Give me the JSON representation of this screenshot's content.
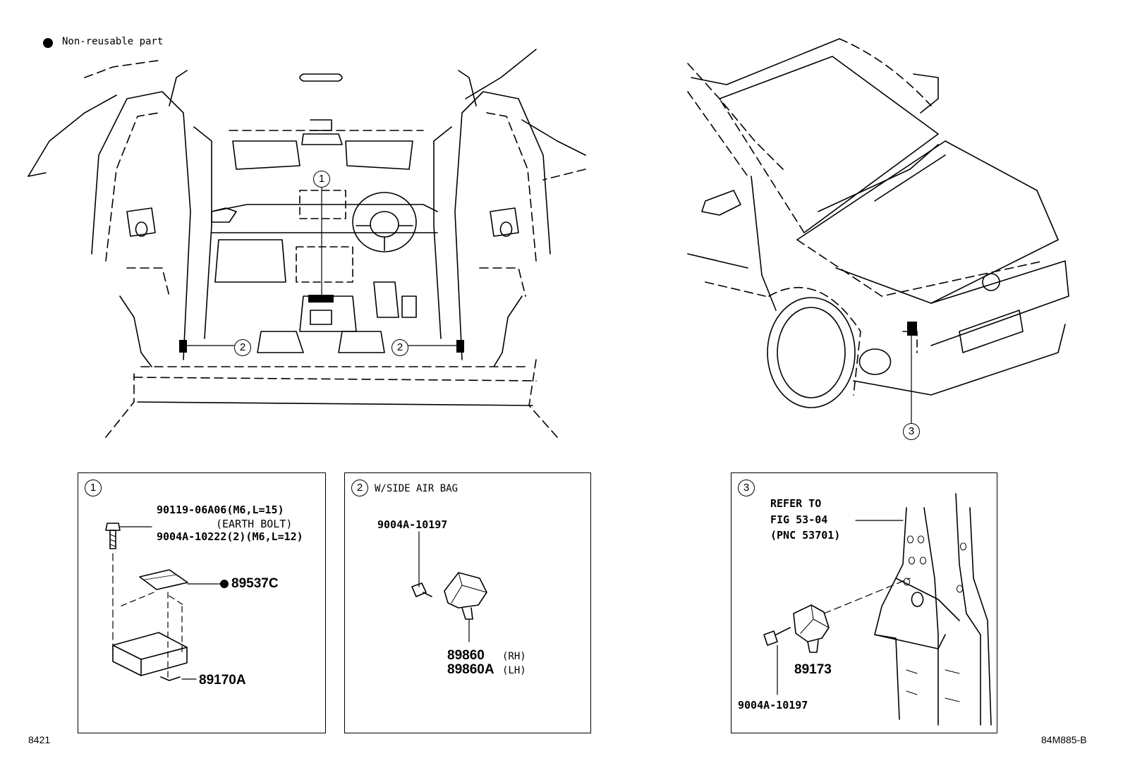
{
  "legend": {
    "symbol_label": "Non-reusable part"
  },
  "callouts": {
    "c1": "1",
    "c2": "2",
    "c3": "3"
  },
  "panel1": {
    "index": "1",
    "bolt_part": "90119-06A06(M6,L=15)",
    "bolt_note": "(EARTH BOLT)",
    "bolt_alt": "9004A-10222(2)(M6,L=12)",
    "label_part": "89537C",
    "module_part": "89170A"
  },
  "panel2": {
    "index": "2",
    "title": "W/SIDE AIR BAG",
    "bolt_part": "9004A-10197",
    "sensor_rh": "89860",
    "sensor_rh_side": "(RH)",
    "sensor_lh": "89860A",
    "sensor_lh_side": "(LH)"
  },
  "panel3": {
    "index": "3",
    "refer_line1": "REFER TO",
    "refer_line2": "FIG 53-04",
    "refer_line3": "(PNC 53701)",
    "sensor_part": "89173",
    "bolt_part": "9004A-10197"
  },
  "footer": {
    "left_code": "8421",
    "right_code": "84M885-B"
  }
}
